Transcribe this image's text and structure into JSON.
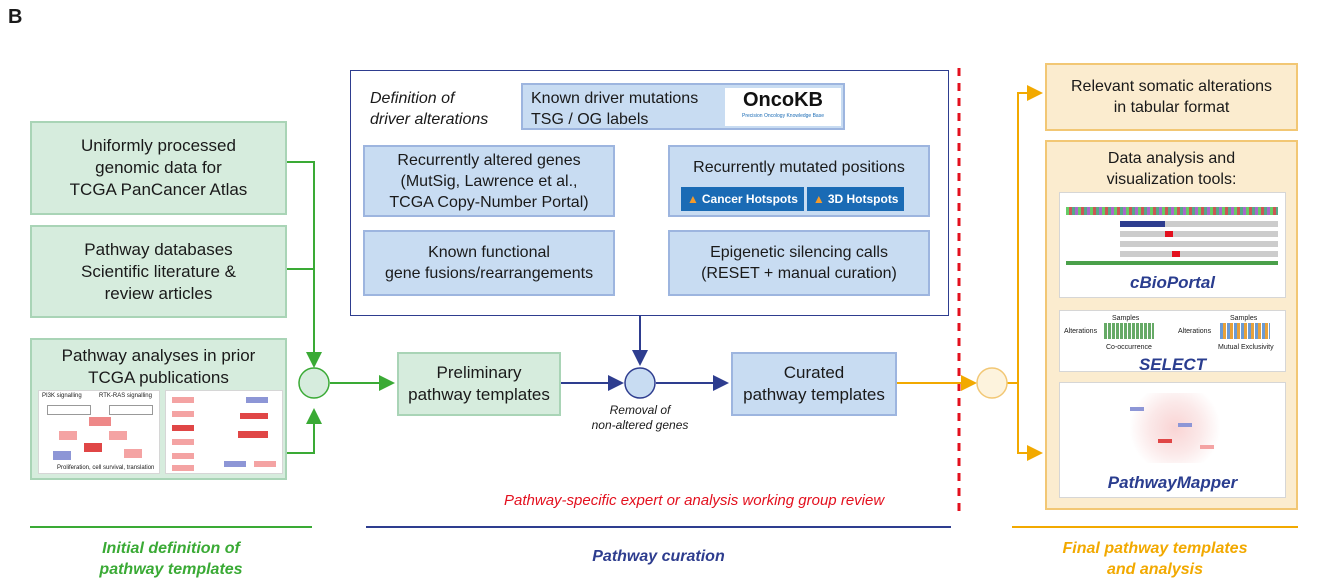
{
  "panel_label": "B",
  "colors": {
    "green": "#3aaa35",
    "blue": "#2e3d8f",
    "orange": "#f2a900",
    "red": "#e3101e"
  },
  "left": {
    "box1": [
      "Uniformly processed",
      "genomic data for",
      "TCGA PanCancer Atlas"
    ],
    "box2": [
      "Pathway databases",
      "Scientific literature &",
      "review articles"
    ],
    "box3": [
      "Pathway analyses in prior",
      "TCGA publications"
    ],
    "thumb_labels": [
      "PI3K signalling",
      "RTK-RAS signalling",
      "Proliferation, cell survival, translation"
    ]
  },
  "definition": {
    "title": [
      "Definition of",
      "driver alterations"
    ],
    "known_driver": [
      "Known driver mutations",
      "TSG / OG labels"
    ],
    "oncokb_logo": "OncoKB",
    "oncokb_sub": "Precision Oncology Knowledge Base",
    "recurrent_genes": [
      "Recurrently altered genes",
      "(MutSig, Lawrence et al.,",
      "TCGA Copy-Number Portal)"
    ],
    "recurrent_positions": "Recurrently mutated positions",
    "hotspots": [
      "Cancer Hotspots",
      "3D Hotspots"
    ],
    "fusions": [
      "Known functional",
      "gene fusions/rearrangements"
    ],
    "epigenetic": [
      "Epigenetic silencing calls",
      "(RESET + manual curation)"
    ]
  },
  "flow": {
    "preliminary": [
      "Preliminary",
      "pathway templates"
    ],
    "curated": [
      "Curated",
      "pathway templates"
    ],
    "removal": [
      "Removal of",
      "non-altered genes"
    ],
    "review": "Pathway-specific expert or analysis working group review"
  },
  "right": {
    "somatic": [
      "Relevant somatic alterations",
      "in tabular format"
    ],
    "tools_title": [
      "Data analysis and",
      "visualization tools:"
    ],
    "tools": [
      "cBioPortal",
      "SELECT",
      "PathwayMapper"
    ],
    "select_labels": [
      "Samples",
      "Alterations",
      "Co-occurrence",
      "Samples",
      "Alterations",
      "Mutual Exclusivity"
    ]
  },
  "footer": {
    "green": [
      "Initial definition of",
      "pathway templates"
    ],
    "blue": "Pathway curation",
    "orange": [
      "Final pathway templates",
      "and analysis"
    ]
  },
  "icons": [
    "flame-icon",
    "arrow-right-icon",
    "arrow-down-icon",
    "merge-circle-icon"
  ]
}
